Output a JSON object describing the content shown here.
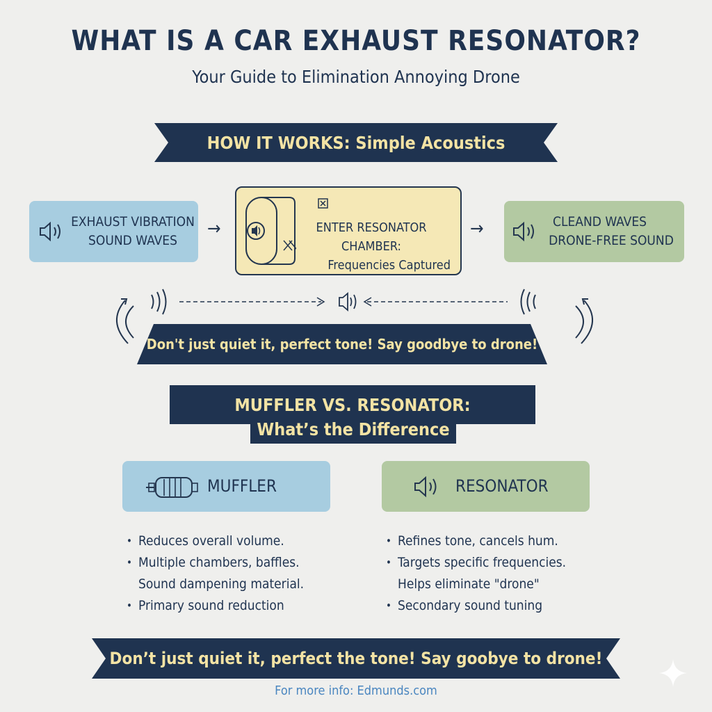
{
  "header": {
    "title": "WHAT IS A CAR EXHAUST RESONATOR?",
    "subtitle": "Your Guide to Elimination Annoying Drone"
  },
  "how_it_works": {
    "heading": "HOW IT WORKS: Simple Acoustics",
    "steps": [
      {
        "line1": "EXHAUST VIBRATION",
        "line2": "SOUND WAVES",
        "icon": "speaker-icon"
      },
      {
        "line1": "ENTER RESONATOR CHAMBER:",
        "line2": "Frequencies Captured",
        "icon": "resonator-chamber-icon"
      },
      {
        "line1": "CLEAND WAVES",
        "line2": "DRONE-FREE SOUND",
        "icon": "speaker-icon"
      }
    ],
    "slogan": "Don't just quiet it, perfect tone! Say goodbye to drone!"
  },
  "comparison": {
    "heading_line1": "MUFFLER VS. RESONATOR:",
    "heading_line2": "What’s the Difference",
    "muffler": {
      "label": "MUFFLER",
      "icon": "muffler-icon",
      "bullets": [
        "Reduces overall volume.",
        "Multiple chambers, baffles.",
        "Sound dampening material.",
        "Primary sound reduction"
      ]
    },
    "resonator": {
      "label": "RESONATOR",
      "icon": "speaker-icon",
      "bullets": [
        "Refines tone, cancels hum.",
        "Targets specific frequencies.",
        "Helps eliminate \"drone\"",
        "Secondary sound tuning"
      ]
    }
  },
  "bottom_banner": "Don’t just quiet it, perfect the tone! Say goobye to drone!",
  "footer": "For more info: Edmunds.com",
  "colors": {
    "navy": "#1f3350",
    "cream_text": "#f3e3a4",
    "blue_box": "#a7cde0",
    "green_box": "#b3c9a2",
    "cream_box": "#f5e8b6",
    "link": "#4a86c0"
  }
}
